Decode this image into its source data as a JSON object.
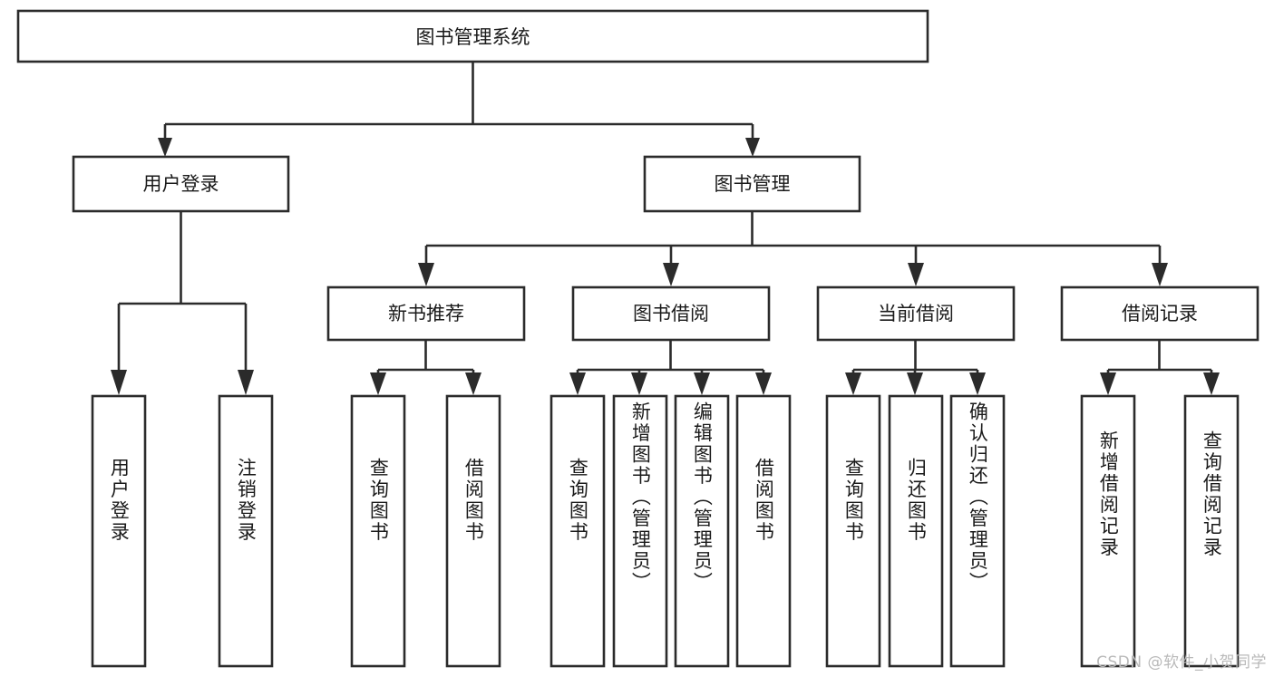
{
  "diagram": {
    "type": "tree-hierarchy",
    "root": {
      "id": "root",
      "label": "图书管理系统"
    },
    "level2": [
      {
        "id": "user-login",
        "label": "用户登录"
      },
      {
        "id": "book-management",
        "label": "图书管理"
      }
    ],
    "level3": [
      {
        "id": "new-book-recommend",
        "label": "新书推荐",
        "parent": "book-management"
      },
      {
        "id": "book-borrow",
        "label": "图书借阅",
        "parent": "book-management"
      },
      {
        "id": "current-borrow",
        "label": "当前借阅",
        "parent": "book-management"
      },
      {
        "id": "borrow-record",
        "label": "借阅记录",
        "parent": "book-management"
      }
    ],
    "leaves": [
      {
        "id": "leaf-user-login",
        "label": "用户登录",
        "parent": "user-login"
      },
      {
        "id": "leaf-logout-login",
        "label": "注销登录",
        "parent": "user-login"
      },
      {
        "id": "leaf-query-book-1",
        "label": "查询图书",
        "parent": "new-book-recommend"
      },
      {
        "id": "leaf-borrow-book-1",
        "label": "借阅图书",
        "parent": "new-book-recommend"
      },
      {
        "id": "leaf-query-book-2",
        "label": "查询图书",
        "parent": "book-borrow"
      },
      {
        "id": "leaf-add-book",
        "label": "新增图书（管理员）",
        "parent": "book-borrow"
      },
      {
        "id": "leaf-edit-book",
        "label": "编辑图书（管理员）",
        "parent": "book-borrow"
      },
      {
        "id": "leaf-borrow-book-2",
        "label": "借阅图书",
        "parent": "book-borrow"
      },
      {
        "id": "leaf-query-book-3",
        "label": "查询图书",
        "parent": "current-borrow"
      },
      {
        "id": "leaf-return-book",
        "label": "归还图书",
        "parent": "current-borrow"
      },
      {
        "id": "leaf-confirm-return",
        "label": "确认归还（管理员）",
        "parent": "current-borrow"
      },
      {
        "id": "leaf-add-record",
        "label": "新增借阅记录",
        "parent": "borrow-record"
      },
      {
        "id": "leaf-query-record",
        "label": "查询借阅记录",
        "parent": "borrow-record"
      }
    ],
    "colors": {
      "stroke": "#2b2b2b",
      "fill": "#ffffff",
      "text": "#1a1a1a",
      "watermark": "#b9b9b9"
    }
  },
  "watermark": {
    "text": "CSDN @软件_小贺同学"
  }
}
